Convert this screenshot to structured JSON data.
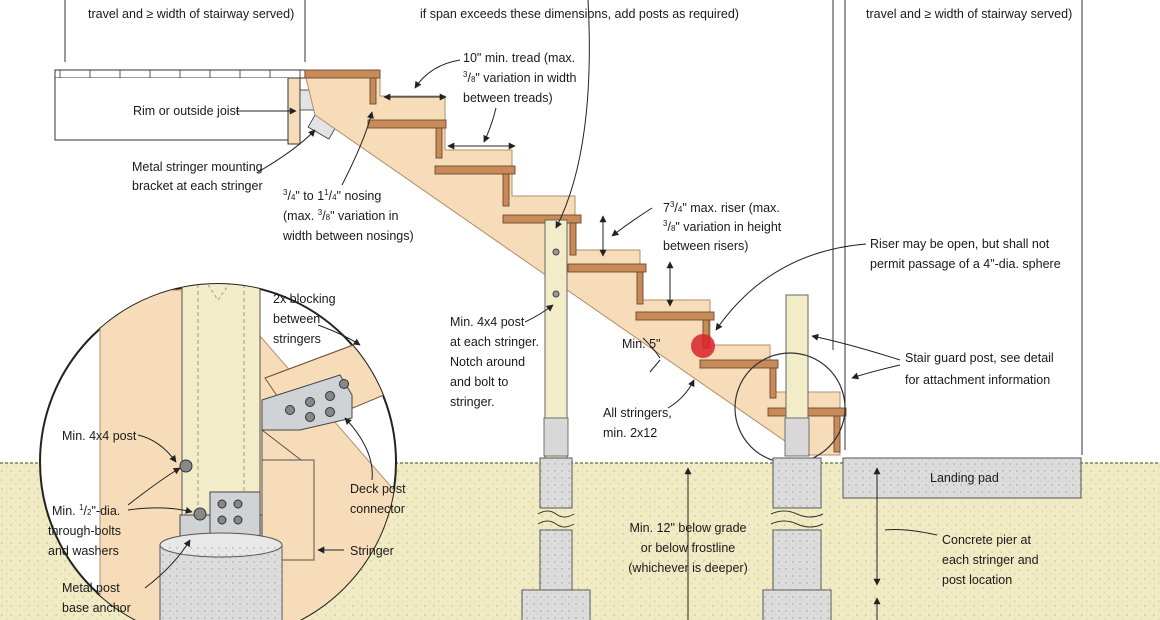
{
  "labels": {
    "top_left_clip": "travel and ≥ width of stairway served)",
    "top_center_clip": "if span exceeds these dimensions, add posts as required)",
    "top_right_clip": "travel and ≥ width of stairway served)",
    "tread_1": "10\" min. tread (max.",
    "tread_2_num": "3",
    "tread_2_den": "8",
    "tread_2_rest": "\" variation in width",
    "tread_3": "between treads)",
    "rim": "Rim or outside joist",
    "bracket_1": "Metal stringer mounting",
    "bracket_2": "bracket at each stringer",
    "nosing_1a": "3",
    "nosing_1b": "4",
    "nosing_1c": "\" to 1",
    "nosing_1d": "1",
    "nosing_1e": "4",
    "nosing_1f": "\" nosing",
    "nosing_2a": "(max. ",
    "nosing_2b": "3",
    "nosing_2c": "8",
    "nosing_2d": "\" variation in",
    "nosing_3": "width between nosings)",
    "riser_1a": "7",
    "riser_1b": "3",
    "riser_1c": "4",
    "riser_1d": "\" max. riser (max.",
    "riser_2a": "3",
    "riser_2b": "8",
    "riser_2c": "\" variation in height",
    "riser_3": "between risers)",
    "open_riser_1": "Riser may be open, but shall not",
    "open_riser_2": "permit passage of a 4\"-dia. sphere",
    "blocking_1": "2x blocking",
    "blocking_2": "between",
    "blocking_3": "stringers",
    "post4x4_1": "Min. 4x4 post",
    "post4x4_2": "at each stringer.",
    "post4x4_3": "Notch around",
    "post4x4_4": "and bolt to",
    "post4x4_5": "stringer.",
    "min5": "Min. 5\"",
    "guard_1": "Stair guard post, see detail",
    "guard_2": "for attachment information",
    "all_stringers_1": "All stringers,",
    "all_stringers_2": "min. 2x12",
    "detail_post": "Min. 4x4 post",
    "bolts_1a": "Min. ",
    "bolts_1b": "1",
    "bolts_1c": "2",
    "bolts_1d": "\"-dia.",
    "bolts_2": "through-bolts",
    "bolts_3": "and washers",
    "connector_1": "Deck post",
    "connector_2": "connector",
    "stringer": "Stringer",
    "anchor_1": "Metal post",
    "anchor_2": "base anchor",
    "landing": "Landing pad",
    "grade_1": "Min. 12\" below grade",
    "grade_2": "or below frostline",
    "grade_3": "(whichever is deeper)",
    "pier_1": "Concrete pier at",
    "pier_2": "each stringer and",
    "pier_3": "post location"
  },
  "colors": {
    "wood": "#f6dcb8",
    "wood_edge": "#c9a27a",
    "tread": "#c98a5a",
    "post": "#f3ecc8",
    "soil": "#f1ebc4",
    "concrete": "#dcdcdc",
    "marker": "#d9222a",
    "line": "#333333"
  }
}
